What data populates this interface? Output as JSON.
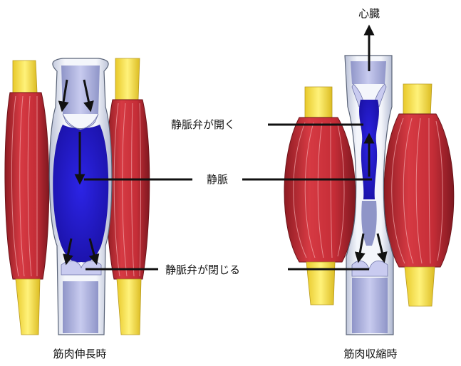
{
  "labels": {
    "heart": "心臓",
    "valve_open": "静脈弁が開く",
    "vein": "静脈",
    "valve_closed": "静脈弁が閉じる"
  },
  "captions": {
    "left": "筋肉伸長時",
    "right": "筋肉収縮時"
  },
  "colors": {
    "muscle": "#c8303a",
    "tendon": "#f2e23c",
    "vein_wall": "#eef1f8",
    "vein_outline": "#5a6478",
    "blood": "#2a1fd0",
    "valve": "#c9cbf0",
    "arrow": "#111111"
  }
}
